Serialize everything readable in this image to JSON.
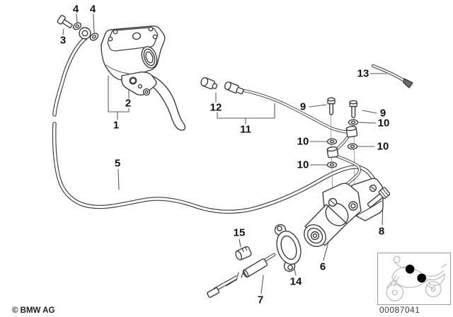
{
  "diagram": {
    "kind": "exploded-parts-diagram",
    "line_color": "#3c3c3c",
    "background": "#ffffff"
  },
  "callouts": [
    {
      "part": "4"
    },
    {
      "part": "4"
    },
    {
      "part": "3"
    },
    {
      "part": "2"
    },
    {
      "part": "1"
    },
    {
      "part": "5"
    },
    {
      "part": "12"
    },
    {
      "part": "11"
    },
    {
      "part": "9"
    },
    {
      "part": "9"
    },
    {
      "part": "10"
    },
    {
      "part": "10"
    },
    {
      "part": "10"
    },
    {
      "part": "10"
    },
    {
      "part": "13"
    },
    {
      "part": "8"
    },
    {
      "part": "15"
    },
    {
      "part": "6"
    },
    {
      "part": "14"
    },
    {
      "part": "7"
    }
  ],
  "footer": {
    "copyright": "© BMW AG",
    "drawing_number": "00087041"
  },
  "icons": {
    "thumbnail": "motorcycle-with-part-location-dots"
  }
}
